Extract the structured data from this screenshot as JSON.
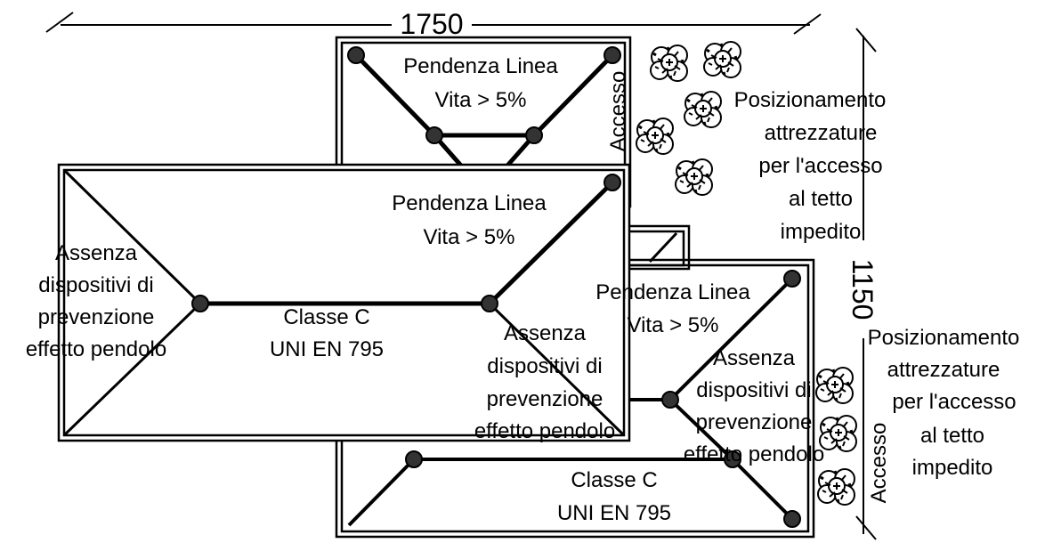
{
  "dimensions": {
    "width_label": "1750",
    "height_label": "1150"
  },
  "access_label": "Accesso",
  "slope_label": [
    "Pendenza Linea",
    "Vita > 5%"
  ],
  "class_label": [
    "Classe C",
    "UNI EN 795"
  ],
  "pendulum_label": [
    "Assenza",
    "dispositivi di",
    "prevenzione",
    "effetto pendolo"
  ],
  "equipment_label": [
    "Posizionamento",
    "attrezzature",
    "per l'accesso",
    "al tetto",
    "impedito"
  ],
  "anchor_icon": "anchor-point-icon",
  "tree_icon": "tree-icon",
  "colors": {
    "line": "#000000",
    "background": "#ffffff"
  }
}
